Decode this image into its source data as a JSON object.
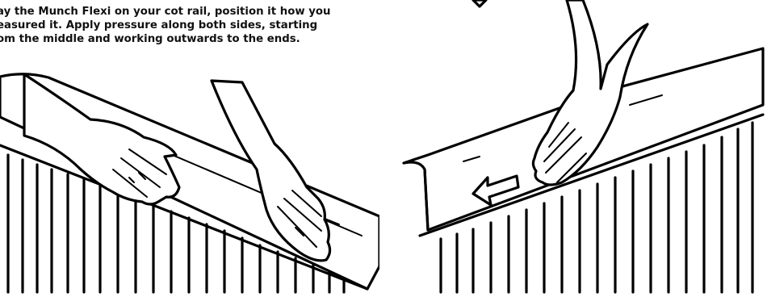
{
  "instruction": {
    "lines": [
      "ay the Munch Flexi on your cot rail, position it how you",
      "easured it. Apply pressure along both sides, starting",
      "om the middle and working outwards to the ends."
    ]
  },
  "colors": {
    "ink": "#111111",
    "background": "#ffffff"
  },
  "icons": {
    "direction_arrow": "left-arrow-icon"
  }
}
